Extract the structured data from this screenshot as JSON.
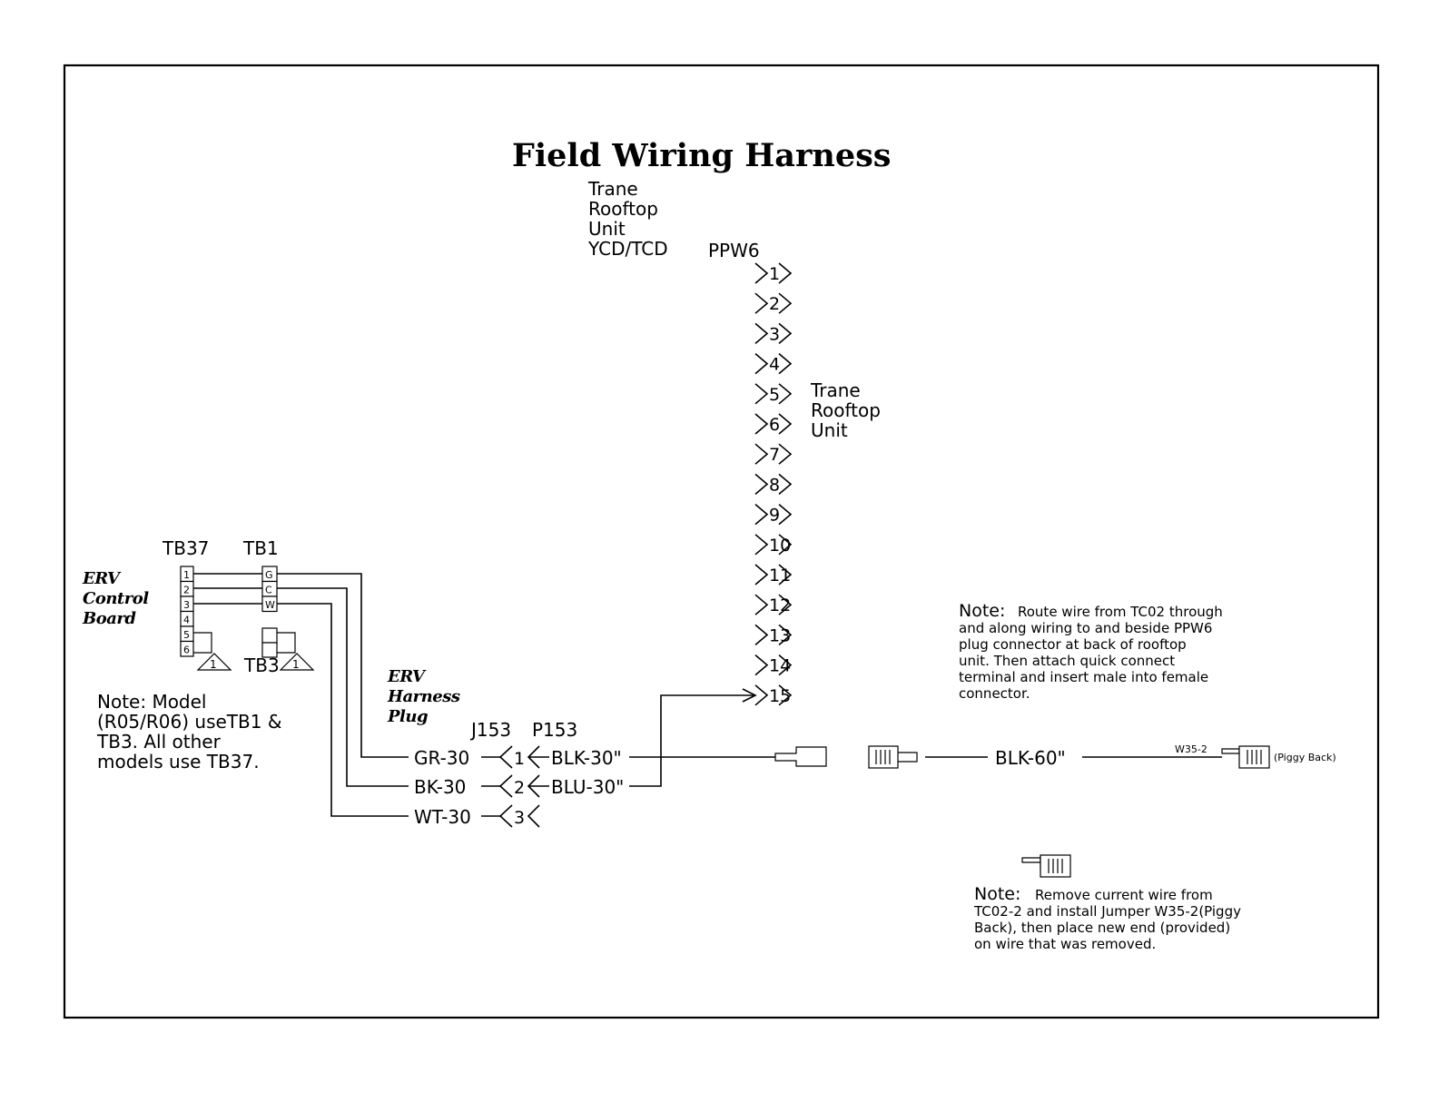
{
  "title": "Field Wiring Harness",
  "rooftop_top_label": [
    "Trane",
    "Rooftop",
    "Unit",
    "YCD/TCD"
  ],
  "ppw6": {
    "label": "PPW6",
    "pins": [
      "1",
      "2",
      "3",
      "4",
      "5",
      "6",
      "7",
      "8",
      "9",
      "10",
      "11",
      "12",
      "13",
      "14",
      "15"
    ]
  },
  "rooftop_side_label": [
    "Trane",
    "Rooftop",
    "Unit"
  ],
  "erv_control_board": {
    "label": [
      "ERV",
      "Control",
      "Board"
    ],
    "tb37_label": "TB37",
    "tb37_terminals": [
      "1",
      "2",
      "3",
      "4",
      "5",
      "6"
    ],
    "tb1_label": "TB1",
    "tb1_terminals": [
      "G",
      "C",
      "W"
    ],
    "tb3_label": "TB3",
    "warning_mark": "1"
  },
  "model_note": [
    "Note: Model",
    "(R05/R06) useTB1 &",
    "TB3. All other",
    "models use TB37."
  ],
  "erv_harness_plug": {
    "label": [
      "ERV",
      "Harness",
      "Plug"
    ],
    "j153": "J153",
    "p153": "P153",
    "wires": [
      {
        "left": "GR-30",
        "pin": "1",
        "right": "BLK-30\""
      },
      {
        "left": "BK-30",
        "pin": "2",
        "right": "BLU-30\""
      },
      {
        "left": "WT-30",
        "pin": "3",
        "right": ""
      }
    ]
  },
  "jumper": {
    "wire_label": "BLK-60\"",
    "jumper_label": "W35-2",
    "piggy_back": "(Piggy Back)"
  },
  "route_note": {
    "head": "Note:",
    "lines": [
      "Route wire from TC02 through",
      "and along wiring to and beside PPW6",
      "plug connector at back of rooftop",
      "unit.  Then attach quick connect",
      "terminal and insert male into female",
      "connector."
    ]
  },
  "remove_note": {
    "head": "Note:",
    "lines": [
      "Remove current wire from",
      "TC02-2 and install Jumper W35-2(Piggy",
      "Back), then place new end (provided)",
      "on wire that was removed."
    ]
  }
}
